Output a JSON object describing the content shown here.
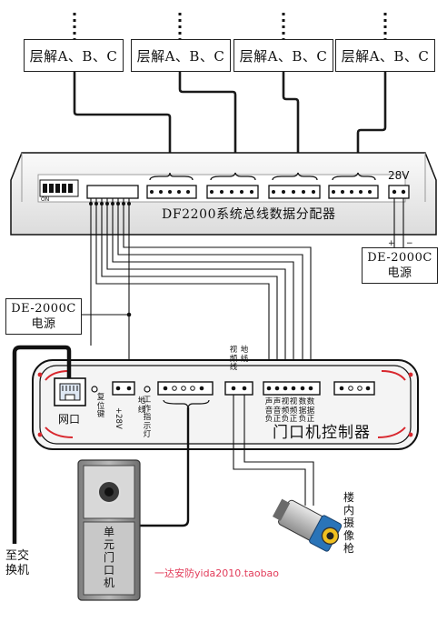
{
  "layer_boxes": [
    "层解A、B、C",
    "层解A、B、C",
    "层解A、B、C",
    "层解A、B、C"
  ],
  "distributor": {
    "dip_label": "ON",
    "voltage": "28V",
    "name": "DF2200系统总线数据分配器"
  },
  "power_supply_a": {
    "model": "DE-2000C",
    "label": "电源"
  },
  "power_supply_b": {
    "model": "DE-2000C",
    "label": "电源"
  },
  "controller": {
    "name": "门口机控制器",
    "network_label": "网口",
    "reset_label": "复位键",
    "ground_label": "地线",
    "plus28v_label": "+28V",
    "work_led_label": "工作指示灯",
    "video_label": "视频线",
    "ground2_label": "地线",
    "term_labels": [
      "声音负",
      "声音正",
      "视频负",
      "视频正",
      "数据负",
      "数据正"
    ]
  },
  "switch_label": "至交换机",
  "door_unit_label": "单元门口机",
  "camera_label": "楼内摄像枪",
  "watermark": "一达安防yida2010.taobao",
  "colors": {
    "wire": "#1a1a1a",
    "red": "#d8262d",
    "watermark": "#e23c5a",
    "accent": "#2a74b8"
  }
}
